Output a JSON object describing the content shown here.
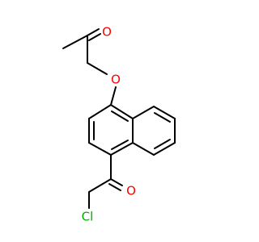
{
  "molecule": {
    "atoms": {
      "O_ketone_top": {
        "symbol": "O",
        "color": "#ff0000"
      },
      "O_ether": {
        "symbol": "O",
        "color": "#ff0000"
      },
      "O_ketone_bottom": {
        "symbol": "O",
        "color": "#ff0000"
      },
      "Cl": {
        "symbol": "Cl",
        "color": "#00aa00"
      }
    },
    "bond_color": "#000000"
  }
}
